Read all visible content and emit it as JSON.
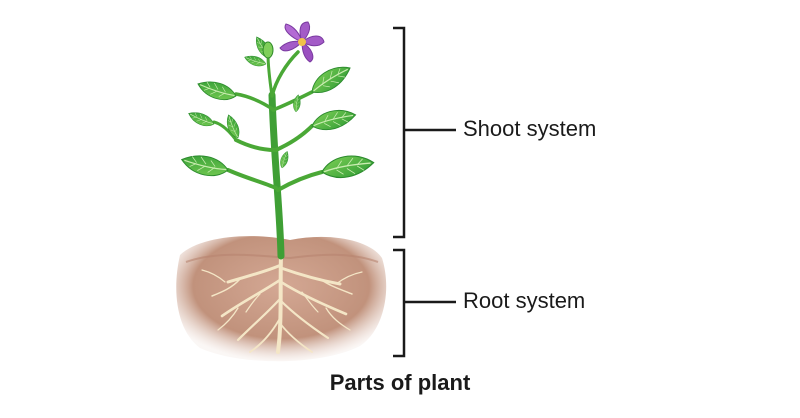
{
  "labels": {
    "shoot_system": "Shoot system",
    "root_system": "Root system"
  },
  "caption": "Parts of plant",
  "colors": {
    "leaf": "#3fa83a",
    "leaf_light": "#7fcf5a",
    "leaf_vein": "#c9ecb0",
    "stem": "#4aa836",
    "stem_dark": "#2f8a2a",
    "flower": "#a35bc7",
    "flower_center": "#f0c24a",
    "soil": "#c99b86",
    "soil_dark": "#b07f6a",
    "root": "#f3e4c4",
    "bracket": "#1a1a1a"
  }
}
